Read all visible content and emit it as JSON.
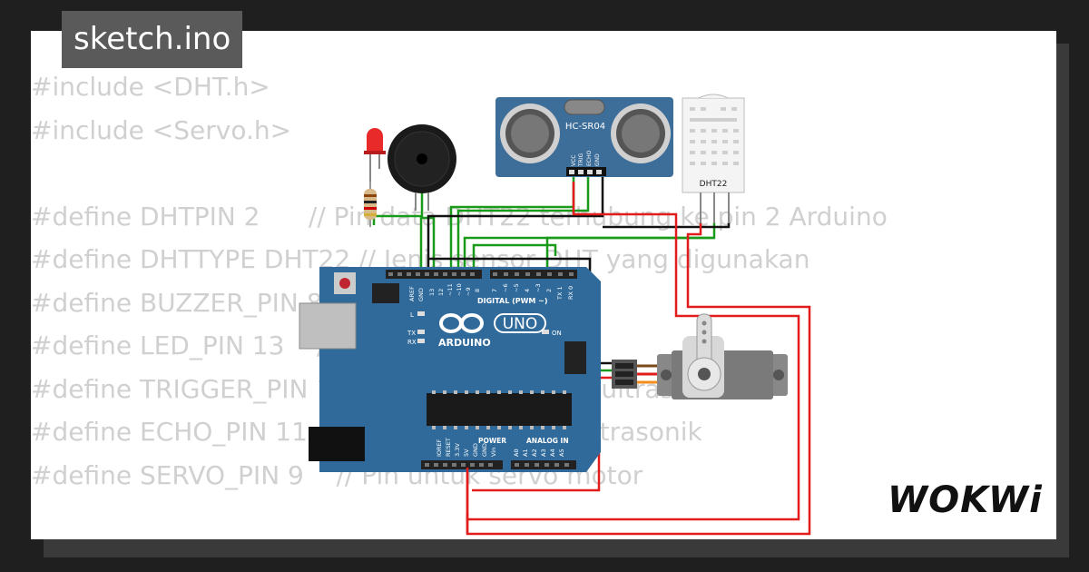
{
  "title": "sketch.ino",
  "code_lines": [
    "#include <DHT.h>",
    "#include <Servo.h>",
    "",
    "#define DHTPIN 2      // Pin data DHT22 terhubung ke pin 2 Arduino",
    "#define DHTTYPE DHT22 // Jenis sensor DHT yang digunakan",
    "#define BUZZER_PIN 8  // Pin untuk buzzer",
    "#define LED_PIN 13    // Pin untuk LED",
    "#define TRIGGER_PIN 10 // Pin untuk sensor ultrasonik",
    "#define ECHO_PIN 11   // Pin untuk sensor ultrasonik",
    "#define SERVO_PIN 9    // Pin untuk servo motor"
  ],
  "components": {
    "ultrasonic": {
      "label": "HC-SR04",
      "pins": [
        "VCC",
        "TRIG",
        "ECHO",
        "GND"
      ]
    },
    "dht": {
      "label": "DHT22"
    },
    "arduino": {
      "brand": "ARDUINO",
      "model": "UNO",
      "digital_label": "DIGITAL (PWM ~)",
      "power_label": "POWER",
      "analog_label": "ANALOG IN",
      "led_labels": {
        "l": "L",
        "tx": "TX",
        "rx": "RX",
        "on": "ON"
      },
      "top_pins": [
        "AREF",
        "GND",
        "13",
        "12",
        "~11",
        "~10",
        "~9",
        "8",
        "7",
        "~6",
        "~5",
        "4",
        "~3",
        "2",
        "TX 1",
        "RX 0"
      ],
      "power_pins": [
        "IOREF",
        "RESET",
        "3.3V",
        "5V",
        "GND",
        "GND",
        "Vin"
      ],
      "analog_pins": [
        "A0",
        "A1",
        "A2",
        "A3",
        "A4",
        "A5"
      ]
    }
  },
  "logo": "WOKWi",
  "colors": {
    "wire_green": "#1a9a1a",
    "wire_red": "#e21b1b",
    "wire_black": "#111111",
    "board_blue": "#2f6a9b",
    "code_text": "#d0d0d0"
  }
}
